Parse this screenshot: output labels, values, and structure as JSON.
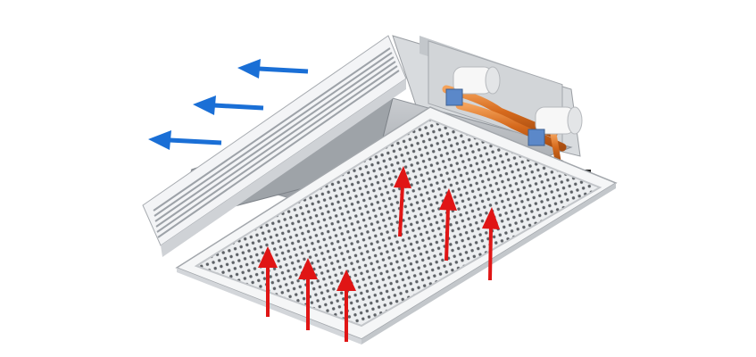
{
  "image": {
    "subject": "ceiling-cassette-fan-coil-unit",
    "background_color": "#ffffff",
    "colors": {
      "exhaust_arrow": "#1a6fd6",
      "intake_arrow": "#e01515",
      "copper_pipe": "#e07a2a",
      "panel_white": "#f2f3f5",
      "housing_metal": "#b8bcc0"
    },
    "exhaust_arrows_count": 3,
    "intake_arrows_count": 6
  }
}
